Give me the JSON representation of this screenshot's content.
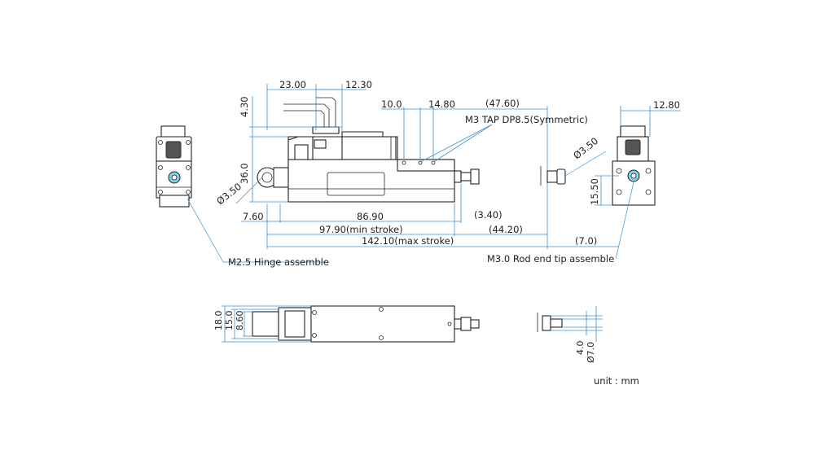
{
  "dims": {
    "d_23_00": "23.00",
    "d_12_30": "12.30",
    "d_4_30": "4.30",
    "d_10_0": "10.0",
    "d_14_80": "14.80",
    "d_47_60": "(47.60)",
    "d_36_0": "36.0",
    "d_dia_3_50_left": "Ø3.50",
    "d_7_60": "7.60",
    "d_86_90": "86.90",
    "d_3_40": "(3.40)",
    "d_97_90": "97.90(min stroke)",
    "d_44_20": "(44.20)",
    "d_142_10": "142.10(max stroke)",
    "d_7_0": "(7.0)",
    "d_dia_3_50_right": "Ø3.50",
    "d_12_80": "12.80",
    "d_15_50": "15.50",
    "d_18_0": "18.0",
    "d_15_0": "15.0",
    "d_8_60": "8.60",
    "d_4_0": "4.0",
    "d_dia_7_0": "Ø7.0"
  },
  "notes": {
    "tap_note": "M3 TAP DP8.5(Symmetric)",
    "hinge_note": "M2.5 Hinge assemble",
    "rod_end_note": "M3.0 Rod end tip assemble",
    "unit_note": "unit : mm"
  },
  "colors": {
    "dimension_line": "#3b8fd0",
    "outline": "#222222",
    "highlight": "#7fd0e8"
  }
}
